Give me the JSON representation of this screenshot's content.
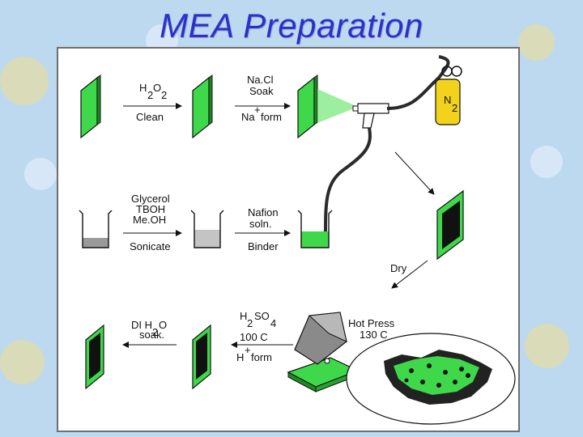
{
  "title": "MEA Preparation",
  "labels": {
    "h2o2_h": "H",
    "h2o2_sub1": "2",
    "h2o2_o": "O",
    "h2o2_sub2": "2",
    "clean": "Clean",
    "nacl": "Na.Cl",
    "soak": "Soak",
    "na_form_na": "Na",
    "na_form_plus": "+",
    "na_form_rest": " form",
    "n2_n": "N",
    "n2_sub": "2",
    "glycerol": "Glycerol",
    "tboh": "TBOH",
    "meoh": "Me.OH",
    "sonicate": "Sonicate",
    "nafion": "Nafion",
    "soln": "soln.",
    "binder": "Binder",
    "dry": "Dry",
    "di_h": "DI H",
    "di_sub": "2",
    "di_o": "O",
    "di_soak": "soak.",
    "h2so4_h": "H",
    "h2so4_sub1": "2",
    "h2so4_so": "SO",
    "h2so4_sub2": "4",
    "temp100": "100 C",
    "hform_h": "H",
    "hform_plus": "+",
    "hform_rest": "form",
    "hotpress": "Hot Press",
    "temp130": "130 C"
  },
  "colors": {
    "title": "#2a31c8",
    "membrane_green": "#3fd84a",
    "membrane_dark": "#1d8a24",
    "cylinder_yellow": "#f2d21a",
    "press_gray": "#8a8a8a",
    "background": "#bcd9ef"
  },
  "icons": [
    "beaker-icon",
    "spray-gun-icon",
    "gas-cylinder-icon",
    "hot-press-icon",
    "membrane-icon"
  ]
}
